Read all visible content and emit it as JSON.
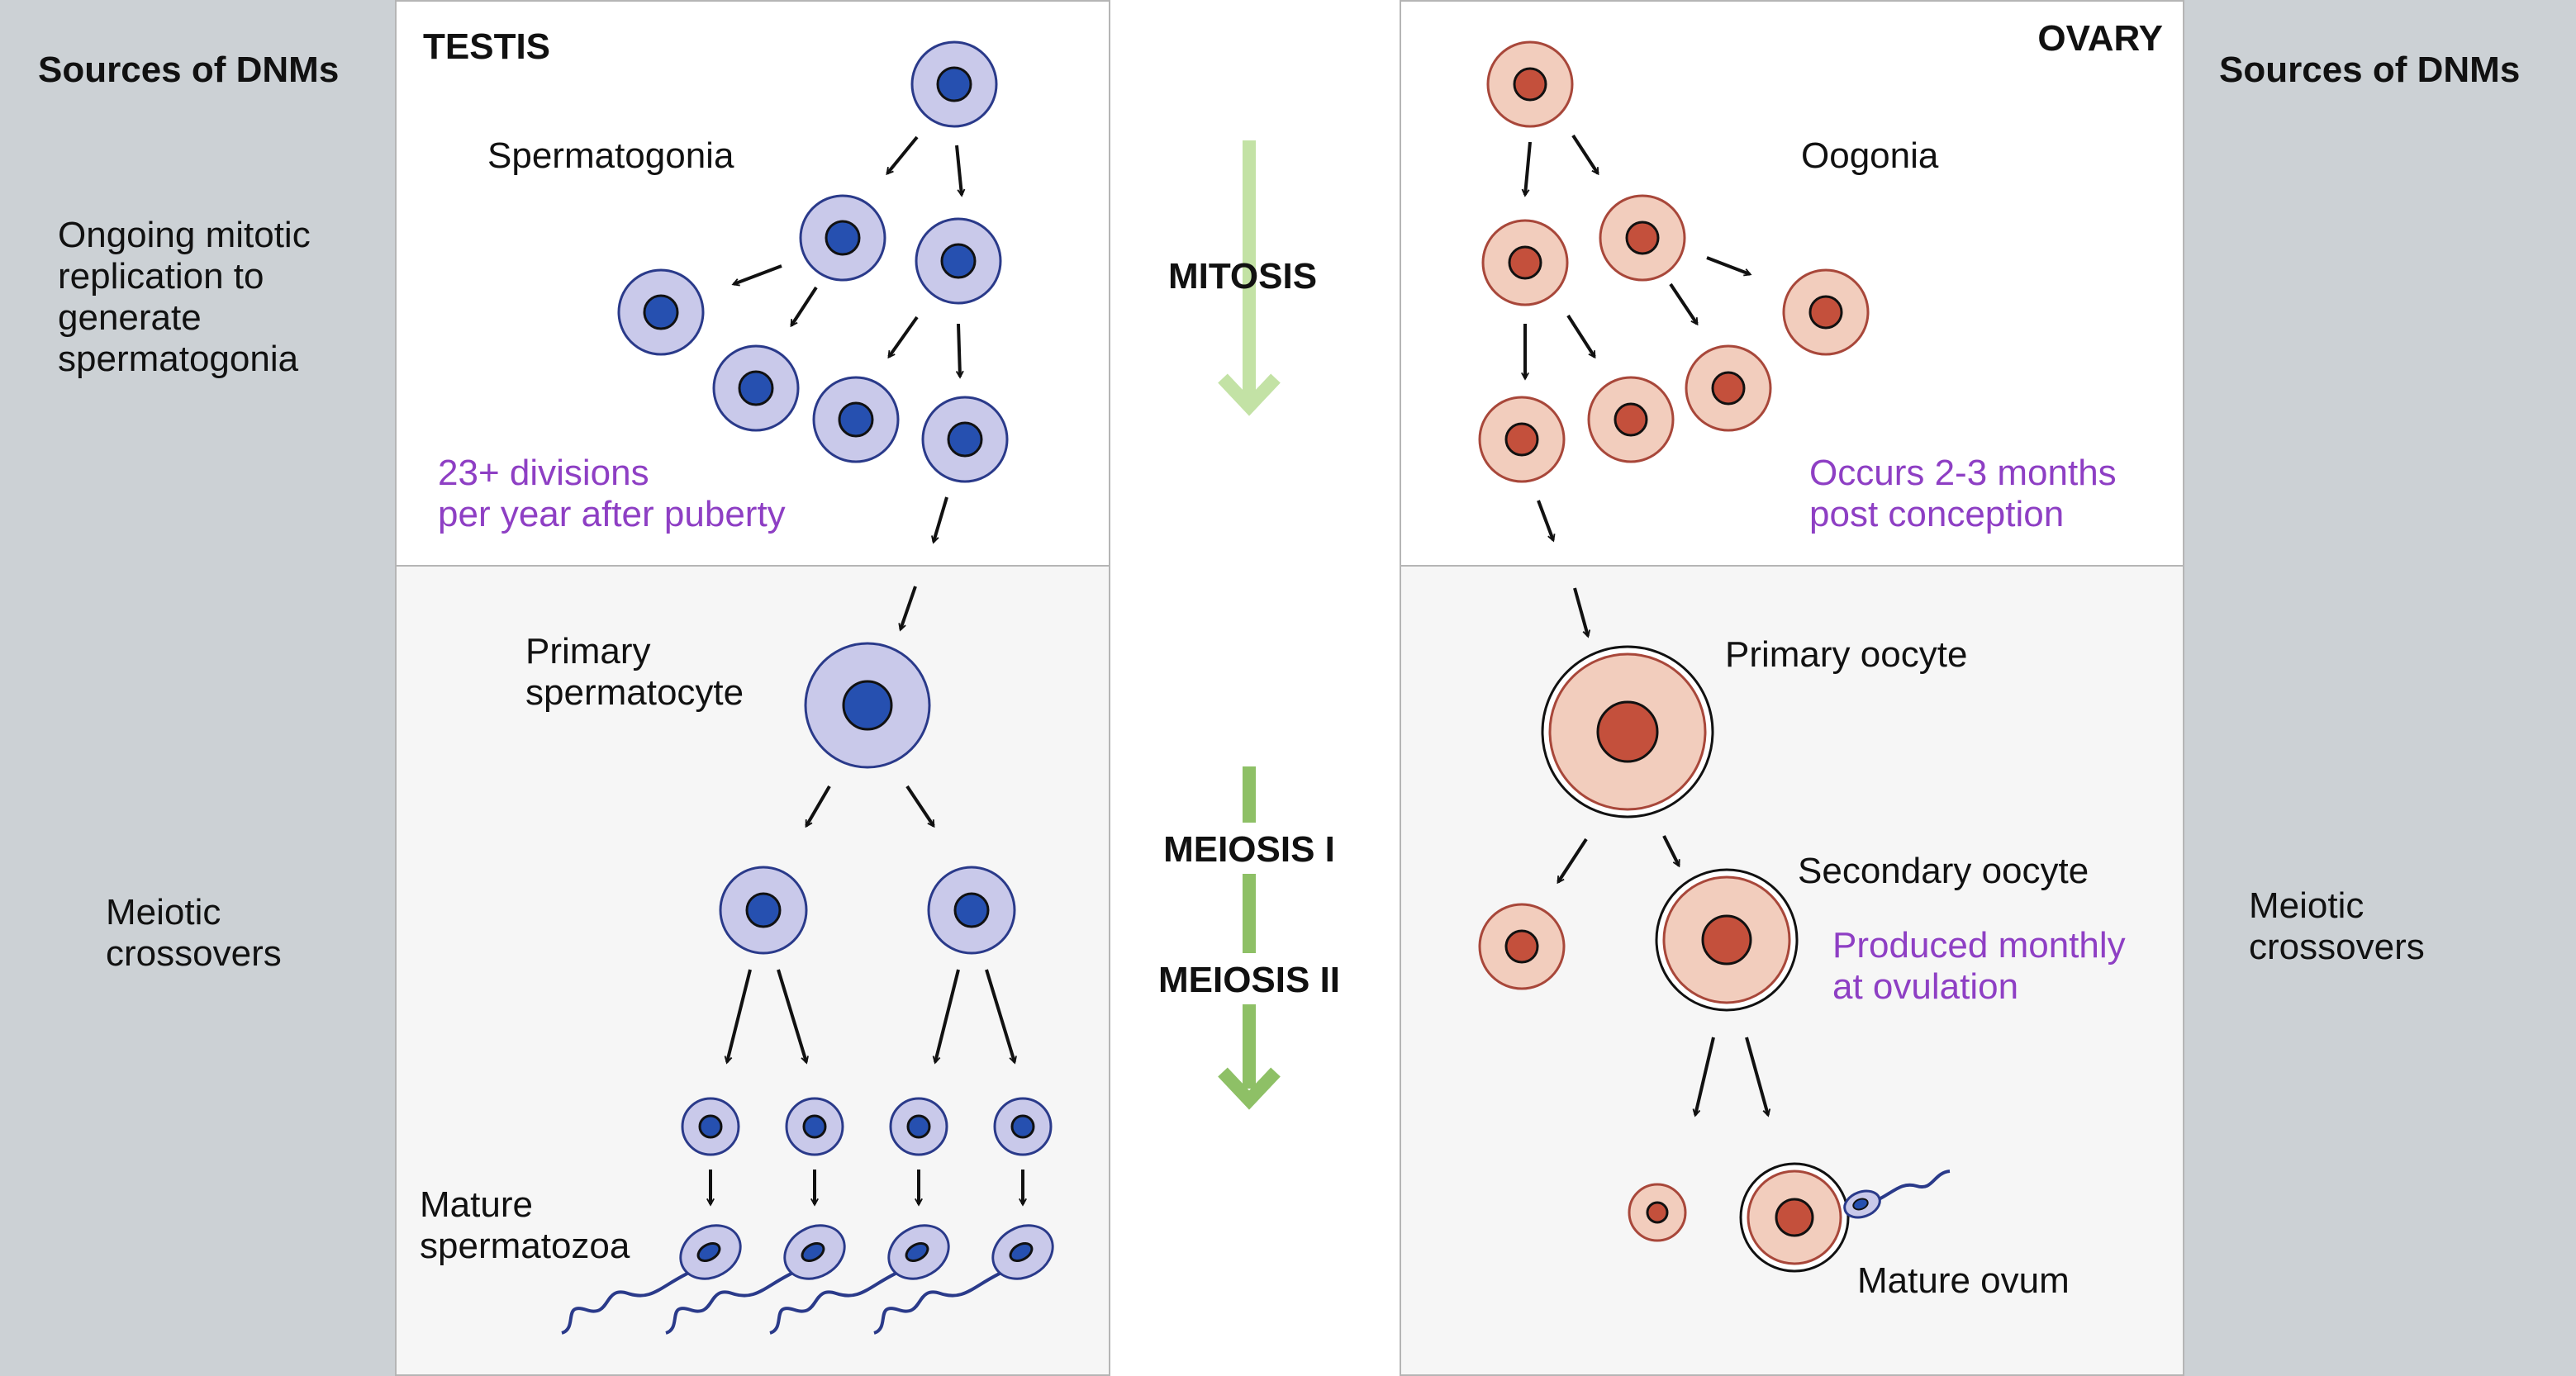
{
  "left_panel": {
    "heading": "Sources of DNMs",
    "mitosis_source": "Ongoing mitotic\nreplication to\ngenerate\nspermatogonia",
    "meiosis_source": "Meiotic\ncrossovers"
  },
  "right_panel": {
    "heading": "Sources of DNMs",
    "meiosis_source": "Meiotic\ncrossovers"
  },
  "testis": {
    "title": "TESTIS",
    "spermatogonia_label": "Spermatogonia",
    "division_note": "23+ divisions\nper year after puberty",
    "primary_label": "Primary\nspermatocyte",
    "mature_label": "Mature\nspermatozoa"
  },
  "ovary": {
    "title": "OVARY",
    "oogonia_label": "Oogonia",
    "timing_note": "Occurs 2-3 months\npost conception",
    "primary_label": "Primary oocyte",
    "secondary_label": "Secondary oocyte",
    "secondary_note": "Produced monthly\nat ovulation",
    "mature_label": "Mature ovum"
  },
  "center": {
    "mitosis_label": "MITOSIS",
    "meiosis1_label": "MEIOSIS I",
    "meiosis2_label": "MEIOSIS II"
  },
  "colors": {
    "sperm_fill": "#c9c9ea",
    "sperm_nucleus": "#2650b0",
    "oocyte_fill": "#f2cdbd",
    "oocyte_nucleus": "#c4503c",
    "mitosis_arrow": "#c3e2a5",
    "meiosis_arrow": "#8ec066",
    "note_purple": "#8e3fc4"
  }
}
